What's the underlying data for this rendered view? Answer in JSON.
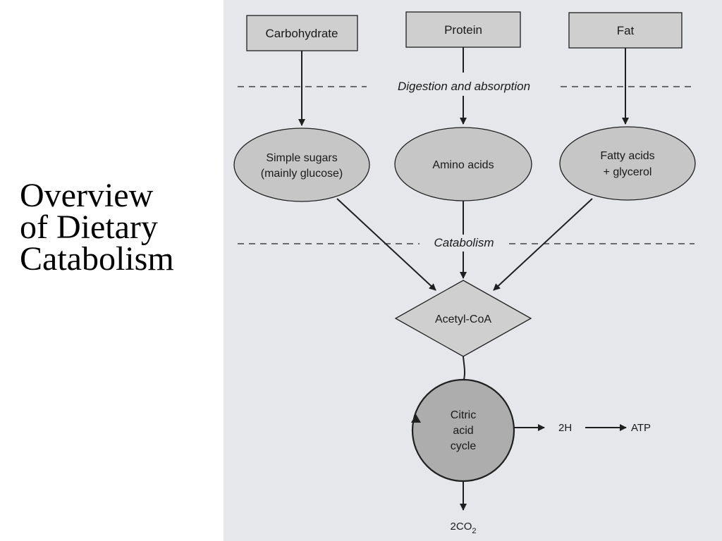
{
  "title": {
    "lines": [
      "Overview",
      "of Dietary",
      "Catabolism"
    ]
  },
  "diagram": {
    "sources": {
      "carbohydrate": "Carbohydrate",
      "protein": "Protein",
      "fat": "Fat"
    },
    "stages": {
      "digestion": "Digestion and absorption",
      "catabolism": "Catabolism"
    },
    "products": {
      "sugars": [
        "Simple sugars",
        "(mainly glucose)"
      ],
      "amino": "Amino acids",
      "fatty": [
        "Fatty acids",
        "+ glycerol"
      ]
    },
    "acetyl": "Acetyl-CoA",
    "cycle": [
      "Citric",
      "acid",
      "cycle"
    ],
    "outputs": {
      "hydrogen": "2H",
      "atp": "ATP",
      "co2_base": "2CO",
      "co2_sub": "2"
    },
    "colors": {
      "panel": "#e6e7ea",
      "box": "#cfcfcf",
      "ellipse": "#c6c6c6",
      "circle": "#adadad",
      "stroke": "#1f1f1f"
    }
  }
}
